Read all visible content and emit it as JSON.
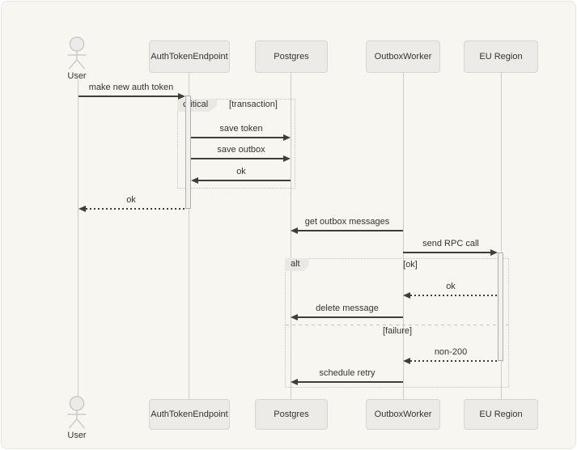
{
  "diagram": {
    "type": "sequence-diagram",
    "participants": [
      {
        "label": "User",
        "kind": "actor"
      },
      {
        "label": "AuthTokenEndpoint",
        "kind": "box"
      },
      {
        "label": "Postgres",
        "kind": "box"
      },
      {
        "label": "OutboxWorker",
        "kind": "box"
      },
      {
        "label": "EU Region",
        "kind": "box"
      }
    ],
    "messages": [
      {
        "from": "User",
        "to": "AuthTokenEndpoint",
        "label": "make new auth token",
        "line": "solid"
      },
      {
        "from": "AuthTokenEndpoint",
        "to": "Postgres",
        "label": "save token",
        "line": "solid"
      },
      {
        "from": "AuthTokenEndpoint",
        "to": "Postgres",
        "label": "save outbox",
        "line": "solid"
      },
      {
        "from": "Postgres",
        "to": "AuthTokenEndpoint",
        "label": "ok",
        "line": "solid"
      },
      {
        "from": "AuthTokenEndpoint",
        "to": "User",
        "label": "ok",
        "line": "dashed"
      },
      {
        "from": "OutboxWorker",
        "to": "Postgres",
        "label": "get outbox messages",
        "line": "solid"
      },
      {
        "from": "OutboxWorker",
        "to": "EU Region",
        "label": "send RPC call",
        "line": "solid"
      },
      {
        "from": "EU Region",
        "to": "OutboxWorker",
        "label": "ok",
        "line": "dashed"
      },
      {
        "from": "OutboxWorker",
        "to": "Postgres",
        "label": "delete message",
        "line": "solid"
      },
      {
        "from": "EU Region",
        "to": "OutboxWorker",
        "label": "non-200",
        "line": "dashed"
      },
      {
        "from": "OutboxWorker",
        "to": "Postgres",
        "label": "schedule retry",
        "line": "solid"
      }
    ],
    "blocks": {
      "critical": {
        "label": "critical",
        "guard": "[transaction]"
      },
      "alt": {
        "label": "alt",
        "guards": [
          "[ok]",
          "[failure]"
        ]
      }
    },
    "colors": {
      "background": "#f7f6f1",
      "participant_fill": "#ecebe8",
      "participant_border": "#d6d5d1",
      "lifeline": "#cccbc7",
      "arrow": "#3f3e3b",
      "text": "#35342f",
      "frame_border": "#c5c4c0",
      "frame_label_fill": "#e9e8e4",
      "activation_fill": "#f1f0ec",
      "activation_border": "#b0afab"
    }
  }
}
